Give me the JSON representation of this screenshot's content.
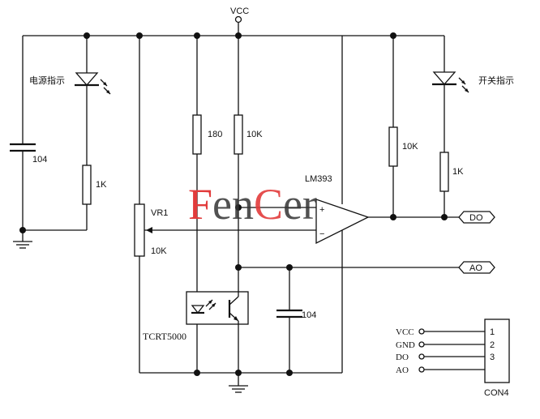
{
  "watermark": {
    "part1": "F",
    "part2": "en",
    "part3": "C",
    "part4": "er",
    "color_red": "#e23b3b",
    "color_dark": "#333333"
  },
  "labels": {
    "vcc_top": "VCC",
    "power_led": "电源指示",
    "switch_led": "开关指示",
    "c1": "104",
    "r_led1": "1K",
    "r_180": "180",
    "r_10k_a": "10K",
    "comparator": "LM393",
    "r_10k_b": "10K",
    "r_led2": "1K",
    "pot_name": "VR1",
    "pot_value": "10K",
    "sensor": "TCRT5000",
    "c2": "104",
    "plus": "+",
    "minus": "−",
    "do_net": "DO",
    "ao_net": "AO",
    "connector": "CON4"
  },
  "connector_pins": [
    {
      "name": "VCC",
      "num": "1"
    },
    {
      "name": "GND",
      "num": "2"
    },
    {
      "name": "DO",
      "num": "3"
    },
    {
      "name": "AO",
      "num": ""
    }
  ]
}
